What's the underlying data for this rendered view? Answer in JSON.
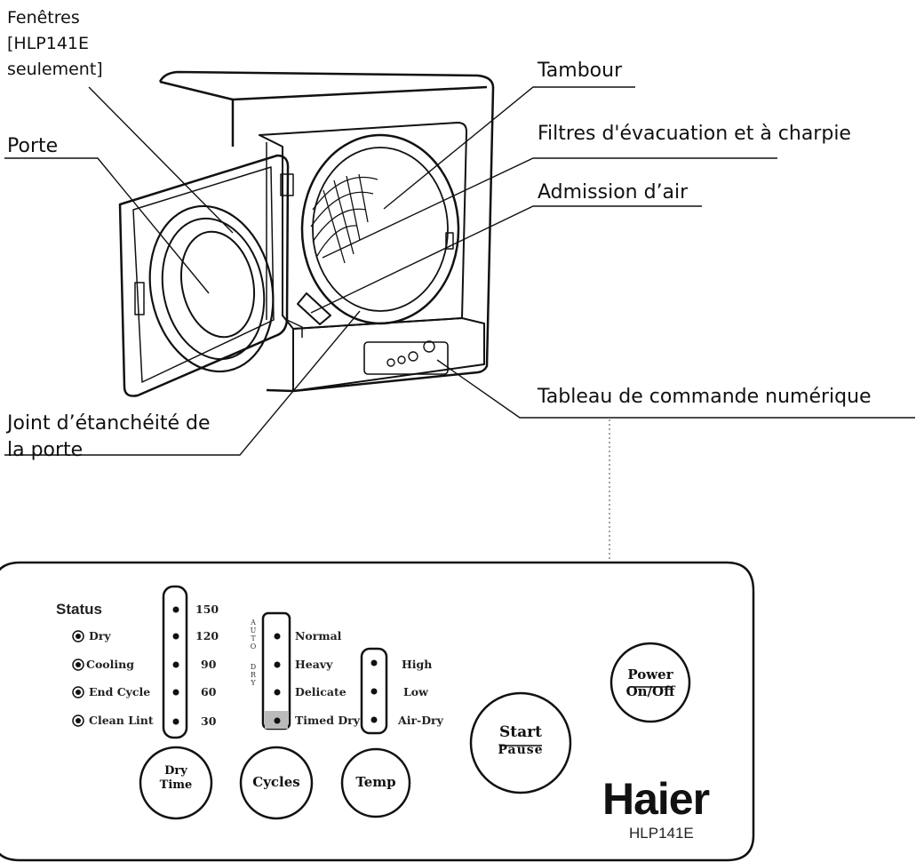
{
  "callouts": {
    "fenetres_line1": "Fenêtres",
    "fenetres_line2": "[HLP141E",
    "fenetres_line3": "seulement]",
    "porte": "Porte",
    "tambour": "Tambour",
    "filtres": "Filtres d'évacuation et à charpie",
    "admission": "Admission d’air",
    "tableau": "Tableau de commande numérique",
    "joint_line1": "Joint d’étanchéité de",
    "joint_line2": "la porte"
  },
  "panel": {
    "status_heading": "Status",
    "status_items": [
      "Dry",
      "Cooling",
      "End Cycle",
      "Clean Lint"
    ],
    "time_values": [
      "150",
      "120",
      "90",
      "60",
      "30"
    ],
    "auto_dry_letters": [
      "A",
      "U",
      "T",
      "O",
      "D",
      "R",
      "Y"
    ],
    "cycles": [
      "Normal",
      "Heavy",
      "Delicate",
      "Timed Dry"
    ],
    "temps": [
      "High",
      "Low",
      "Air-Dry"
    ],
    "buttons": {
      "dry_time_1": "Dry",
      "dry_time_2": "Time",
      "cycles": "Cycles",
      "temp": "Temp",
      "start": "Start",
      "pause": "Pause",
      "power": "Power",
      "on_off": "On/Off"
    },
    "brand": "Haier",
    "model": "HLP141E"
  },
  "icons": [
    "dryer-illustration",
    "indicator-led-icon"
  ]
}
